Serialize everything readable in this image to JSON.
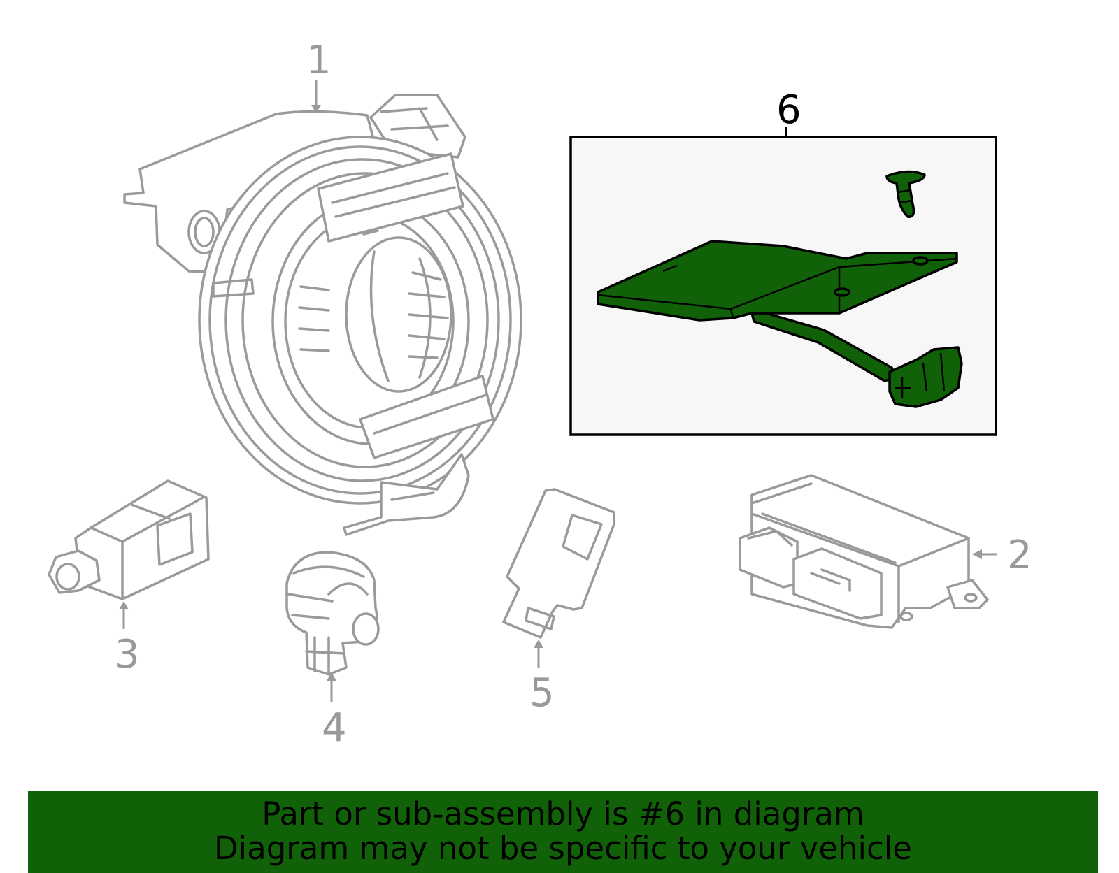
{
  "colors": {
    "highlight": "#116108",
    "part_gray": "#9a9a9a",
    "banner_bg": "#116108",
    "inset_bg": "#f7f7f7"
  },
  "callouts": {
    "c1": "1",
    "c2": "2",
    "c3": "3",
    "c4": "4",
    "c5": "5",
    "c6": "6"
  },
  "banner": {
    "line1": "Part or sub-assembly is #6 in diagram",
    "line2": "Diagram may not be specific to your vehicle"
  }
}
